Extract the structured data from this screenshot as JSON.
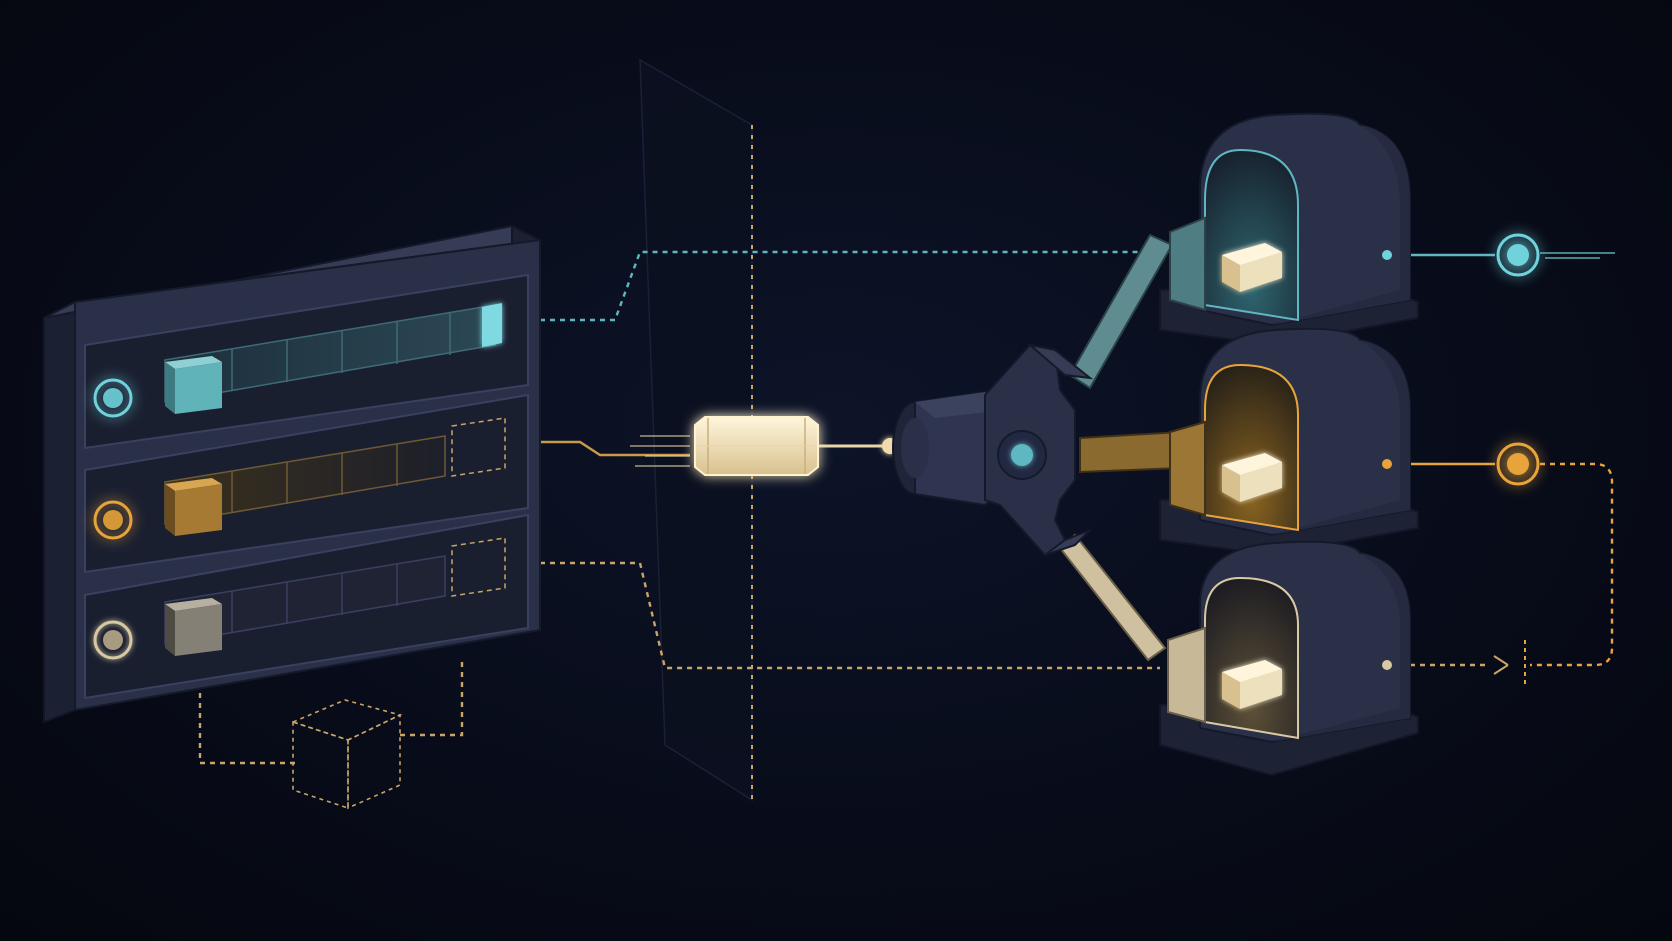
{
  "colors": {
    "background": "#070b18",
    "teal": "#6fd3dc",
    "amber": "#e8a43a",
    "beige": "#d9c9a3",
    "metal": "#2a3047",
    "metal_dark": "#1b2033"
  },
  "queue_rows": [
    {
      "color": "teal",
      "state": "active"
    },
    {
      "color": "amber",
      "state": "active"
    },
    {
      "color": "beige",
      "state": "idle"
    }
  ],
  "icons": {
    "message_block": "glowing-capsule",
    "router": "robotic-arm-dispatcher",
    "stations": [
      "arched-station-teal",
      "arched-station-amber",
      "arched-station-beige"
    ],
    "orphan": "dashed-cube"
  }
}
